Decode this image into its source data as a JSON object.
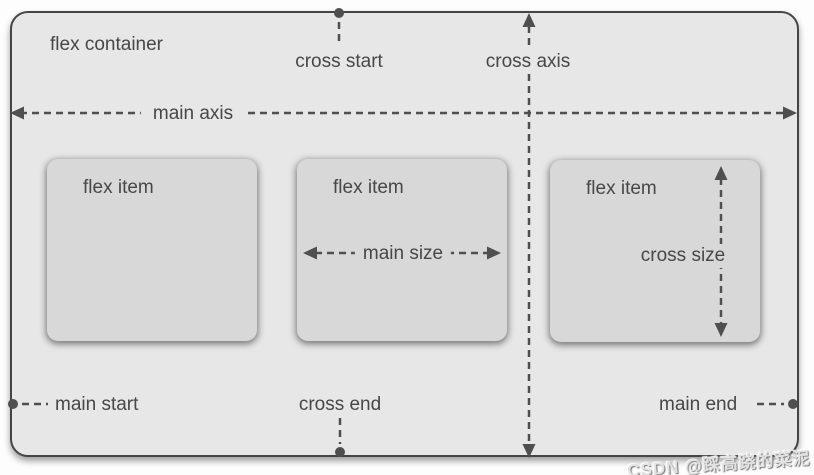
{
  "diagram": {
    "container_label": "flex container",
    "main_axis_label": "main axis",
    "cross_axis_label": "cross axis",
    "main_start_label": "main start",
    "main_end_label": "main end",
    "cross_start_label": "cross start",
    "cross_end_label": "cross end",
    "main_size_label": "main size",
    "cross_size_label": "cross size",
    "items": [
      {
        "label": "flex item"
      },
      {
        "label": "flex item"
      },
      {
        "label": "flex item"
      }
    ],
    "colors": {
      "container_fill": "#e7e7e7",
      "item_fill": "#d8d8d8",
      "line": "#4f4f4f",
      "text": "#474747",
      "border": "#454545"
    }
  },
  "watermark": {
    "text": "CSDN @踩高跷的菜泥"
  }
}
